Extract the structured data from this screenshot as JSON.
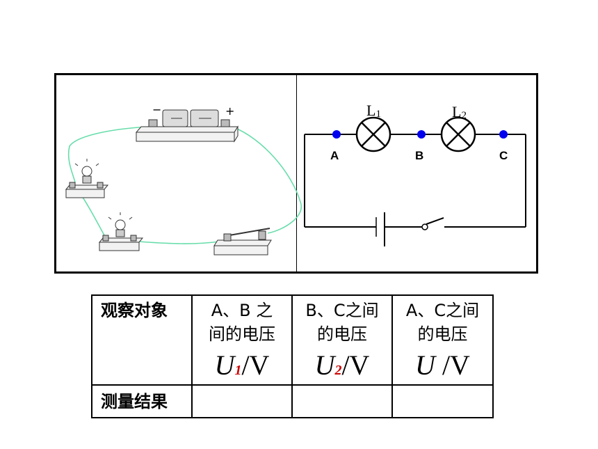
{
  "circuit": {
    "lamp1_label": "L",
    "lamp1_sub": "1",
    "lamp2_label": "L",
    "lamp2_sub": "2",
    "point_a": "A",
    "point_b": "B",
    "point_c": "C",
    "battery_minus": "−",
    "battery_plus": "+",
    "colors": {
      "wire": "#000000",
      "point": "#0000ee",
      "photo_wire": "#66ddaa"
    }
  },
  "table": {
    "header": "观察对象",
    "columns": [
      {
        "line1": "A、B 之",
        "line2": "间的电压",
        "symbol": "U",
        "sub": "1",
        "unit": "/V"
      },
      {
        "line1": "B、C之间",
        "line2": "的电压",
        "symbol": "U",
        "sub": "2",
        "unit": "/V"
      },
      {
        "line1": "A、C之间",
        "line2": "的电压",
        "symbol": "U",
        "sub": "",
        "unit": " /V"
      }
    ],
    "result_label": "测量结果",
    "results": [
      "",
      "",
      ""
    ]
  }
}
